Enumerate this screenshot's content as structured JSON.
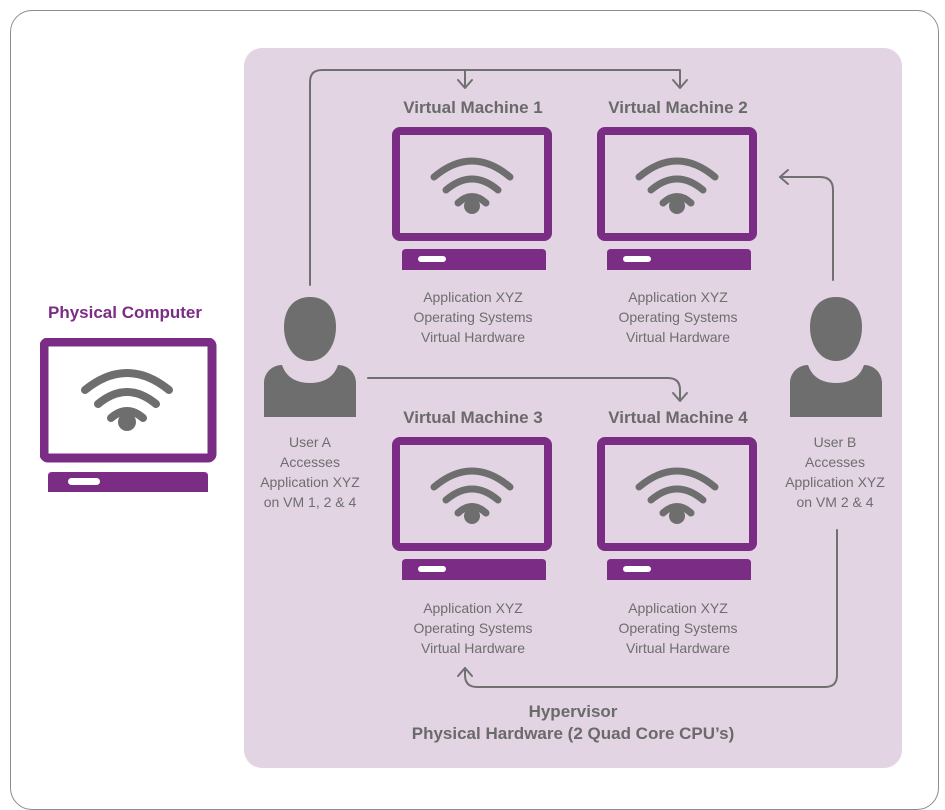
{
  "physical_computer": {
    "title": "Physical Computer"
  },
  "vms": [
    {
      "title": "Virtual Machine 1",
      "lines": [
        "Application XYZ",
        "Operating Systems",
        "Virtual Hardware"
      ]
    },
    {
      "title": "Virtual Machine 2",
      "lines": [
        "Application XYZ",
        "Operating Systems",
        "Virtual Hardware"
      ]
    },
    {
      "title": "Virtual Machine 3",
      "lines": [
        "Application XYZ",
        "Operating Systems",
        "Virtual Hardware"
      ]
    },
    {
      "title": "Virtual Machine 4",
      "lines": [
        "Application XYZ",
        "Operating Systems",
        "Virtual Hardware"
      ]
    }
  ],
  "users": [
    {
      "lines": [
        "User A",
        "Accesses",
        "Application XYZ",
        "on VM 1, 2 & 4"
      ]
    },
    {
      "lines": [
        "User B",
        "Accesses",
        "Application XYZ",
        "on VM 2 & 4"
      ]
    }
  ],
  "footer": {
    "line1": "Hypervisor",
    "line2": "Physical Hardware (2 Quad Core CPU’s)"
  },
  "colors": {
    "accent": "#7b2c84",
    "panel": "#e2d4e2",
    "gray": "#6e6e6e",
    "line": "#707070"
  }
}
